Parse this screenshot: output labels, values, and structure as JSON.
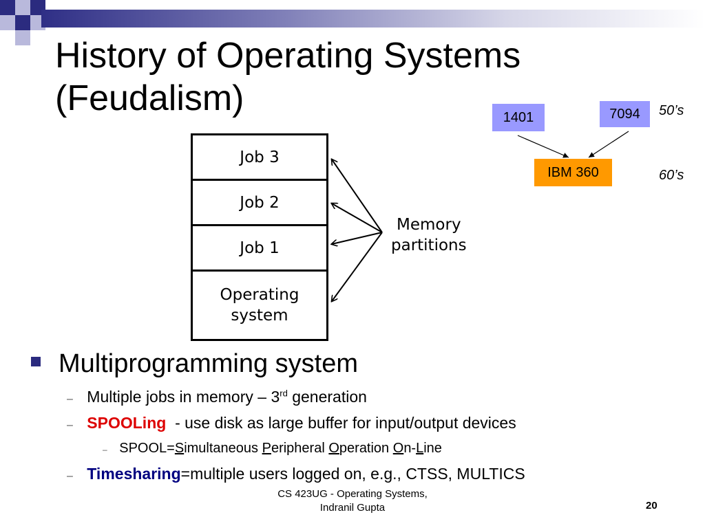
{
  "slide": {
    "title_line1": "History of Operating Systems",
    "title_line2": "(Feudalism)",
    "accent_color": "#2b2b7f"
  },
  "diagram": {
    "partitions": [
      "Job 3",
      "Job 2",
      "Job 1"
    ],
    "os_line1": "Operating",
    "os_line2": "system",
    "label_line1": "Memory",
    "label_line2": "partitions"
  },
  "timeline": {
    "box_1401": "1401",
    "box_7094": "7094",
    "box_360": "IBM 360",
    "era_50s": "50’s",
    "era_60s": "60’s",
    "box_blue": "#9999ff",
    "box_orange": "#ff9900"
  },
  "bullets": {
    "main": "Multiprogramming system",
    "sub1_pre": "Multiple jobs in memory – 3",
    "sub1_sup": "rd",
    "sub1_post": " generation",
    "sub2_term": "SPOOLing",
    "sub2_rest": "  - use disk as large buffer for input/output devices",
    "sub2a_pre": "SPOOL=",
    "sub2a_s": "S",
    "sub2a_imultaneous": "imultaneous ",
    "sub2a_p": "P",
    "sub2a_eripheral": "eripheral ",
    "sub2a_o1": "O",
    "sub2a_peration": "peration ",
    "sub2a_o2": "O",
    "sub2a_n": "n-",
    "sub2a_l": "L",
    "sub2a_ine": "ine",
    "sub3_term": "Timesharing",
    "sub3_rest": "=multiple users logged on, e.g., CTSS, MULTICS",
    "dash": "–"
  },
  "footer": {
    "line1": "CS 423UG - Operating Systems,",
    "line2": "Indranil Gupta",
    "page": "20"
  }
}
